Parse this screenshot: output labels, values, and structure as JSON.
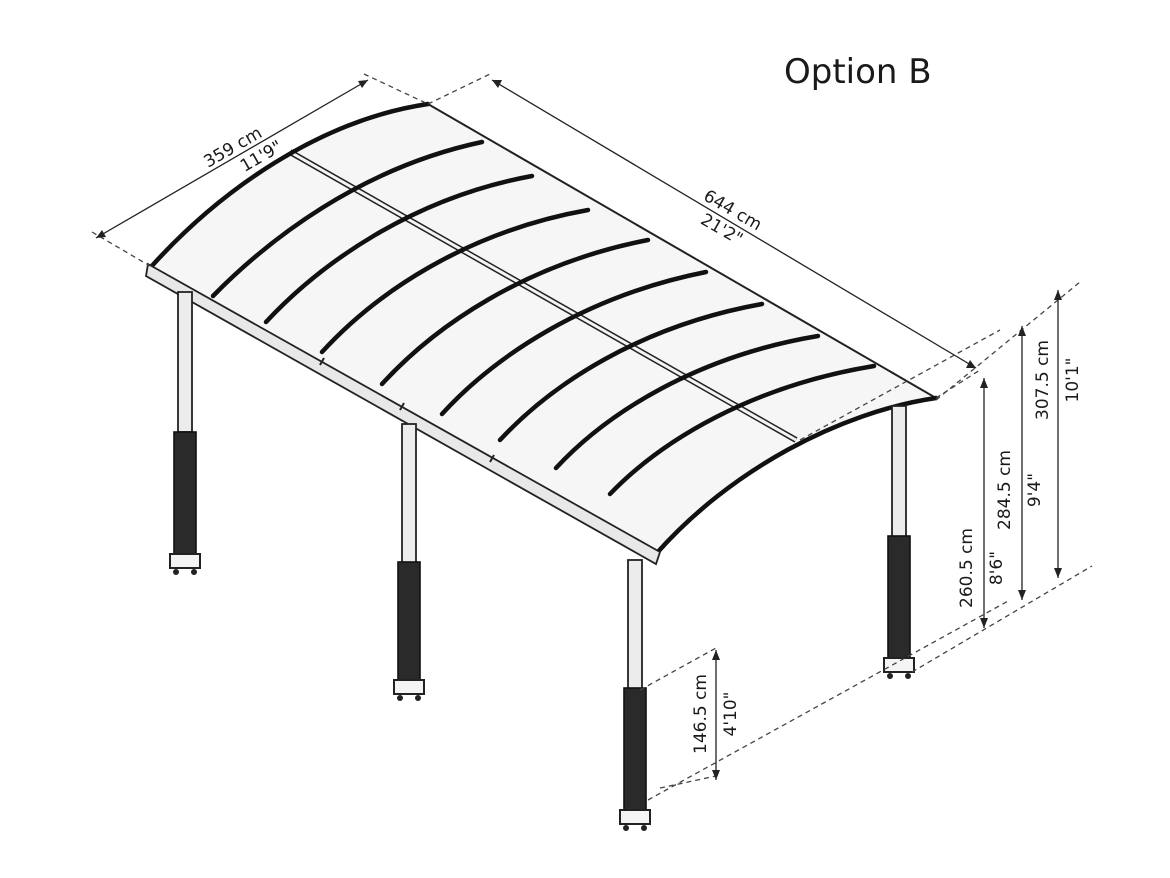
{
  "title": "Option B",
  "dimensions": {
    "width_cm": "359 cm",
    "width_in": "11'9\"",
    "length_cm": "644 cm",
    "length_in": "21'2\"",
    "eave_height_cm": "260.5 cm",
    "eave_height_in": "8'6\"",
    "mid_height_cm": "284.5 cm",
    "mid_height_in": "9'4\"",
    "peak_height_cm": "307.5 cm",
    "peak_height_in": "10'1\"",
    "post_base_cm": "146.5 cm",
    "post_base_in": "4'10\""
  }
}
